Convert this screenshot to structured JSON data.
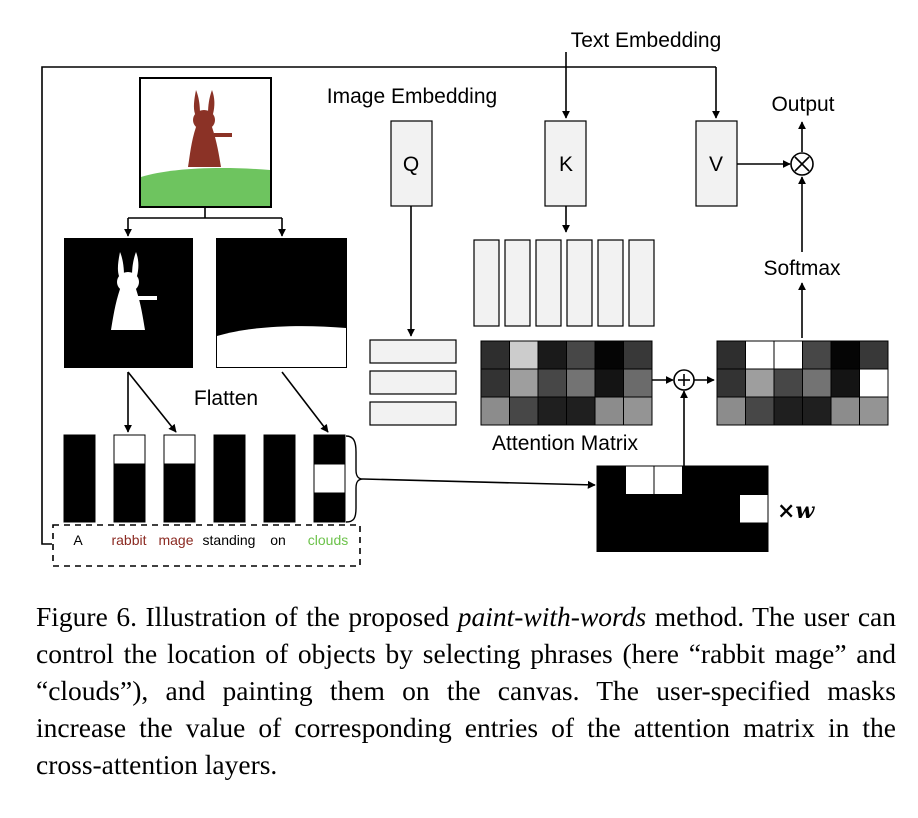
{
  "labels": {
    "text_embedding": "Text Embedding",
    "image_embedding": "Image Embedding",
    "q": "Q",
    "k": "K",
    "v": "V",
    "output": "Output",
    "softmax": "Softmax",
    "flatten": "Flatten",
    "attention_matrix": "Attention Matrix",
    "weight": "×w"
  },
  "tokens": [
    {
      "text": "A",
      "color": "#000000"
    },
    {
      "text": "rabbit",
      "color": "#8b2a22"
    },
    {
      "text": "mage",
      "color": "#8b2a22"
    },
    {
      "text": "standing",
      "color": "#000000"
    },
    {
      "text": "on",
      "color": "#000000"
    },
    {
      "text": "clouds",
      "color": "#6cc24a"
    }
  ],
  "colors": {
    "rabbit": "#8b3226",
    "grass": "#6ec45f",
    "mask_fg": "#ffffff",
    "mask_bg": "#000000"
  },
  "attention_matrix_gray": [
    [
      0.18,
      0.8,
      0.1,
      0.28,
      0.02,
      0.22
    ],
    [
      0.2,
      0.62,
      0.28,
      0.45,
      0.08,
      0.42
    ],
    [
      0.55,
      0.28,
      0.12,
      0.12,
      0.55,
      0.58
    ]
  ],
  "output_matrix_gray": [
    [
      0.18,
      1.0,
      1.0,
      0.28,
      0.02,
      0.22
    ],
    [
      0.2,
      0.62,
      0.28,
      0.45,
      0.08,
      1.0
    ],
    [
      0.55,
      0.28,
      0.12,
      0.12,
      0.55,
      0.58
    ]
  ],
  "weight_mask": [
    [
      0,
      1,
      1,
      0,
      0,
      0
    ],
    [
      0,
      0,
      0,
      0,
      0,
      1
    ],
    [
      0,
      0,
      0,
      0,
      0,
      0
    ]
  ],
  "token_columns": [
    [
      0,
      0,
      0
    ],
    [
      1,
      0,
      0
    ],
    [
      1,
      0,
      0
    ],
    [
      0,
      0,
      0
    ],
    [
      0,
      0,
      0
    ],
    [
      0,
      1,
      0
    ]
  ],
  "caption": {
    "prefix": "Figure 6. Illustration of the proposed ",
    "method": "paint-with-words",
    "suffix": " method. The user can control the location of objects by selecting phrases (here “rabbit mage” and “clouds”), and painting them on the canvas. The user-specified masks increase the value of corresponding entries of the attention matrix in the cross-attention layers."
  }
}
